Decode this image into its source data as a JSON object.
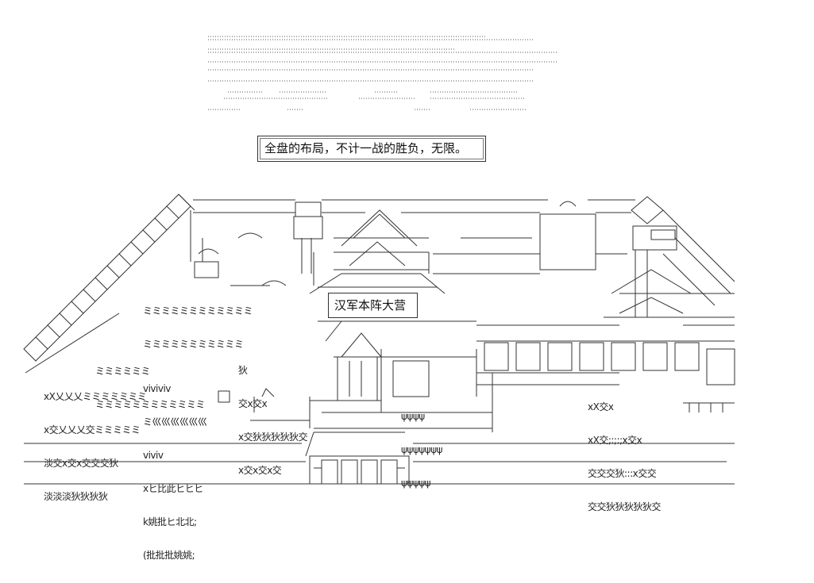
{
  "caption": {
    "text": "全盘的布局，不计一战的胜负，无限。"
  },
  "sign": {
    "text": "汉军本阵大营"
  },
  "crowd_left": [
    "ミミミミミミミミミミミミ",
    "ミミミミミミミミミミミ",
    "ミミミミミミ",
    "ミミミミミミミミミミミミ",
    "xX乂乂乂ミミミミミミミ",
    "x交乂乂乂交ミミミミミ",
    "淡交x交x交交交狄",
    "淡淡淡狄狄狄狄"
  ],
  "crowd_left_extra": [
    "viviviv",
    "ミ巛巛巛巛巛巛",
    "viviv",
    "xヒ比此ヒヒヒ",
    "k姚批ヒ北北;",
    "(批批批姚姚;"
  ],
  "crowd_right": [
    "xX交x",
    "xX交;:;:;x交x",
    "交交交狄:::x交交",
    "交交狄狄狄狄狄交"
  ],
  "crowd_mid": [
    "狄",
    "交x交x",
    "x交狄狄狄狄狄交",
    "x交x交x交"
  ],
  "crowd_sprouts": [
    "ψψψψ",
    "ψψψψψψψ",
    "ψψψψψ"
  ]
}
